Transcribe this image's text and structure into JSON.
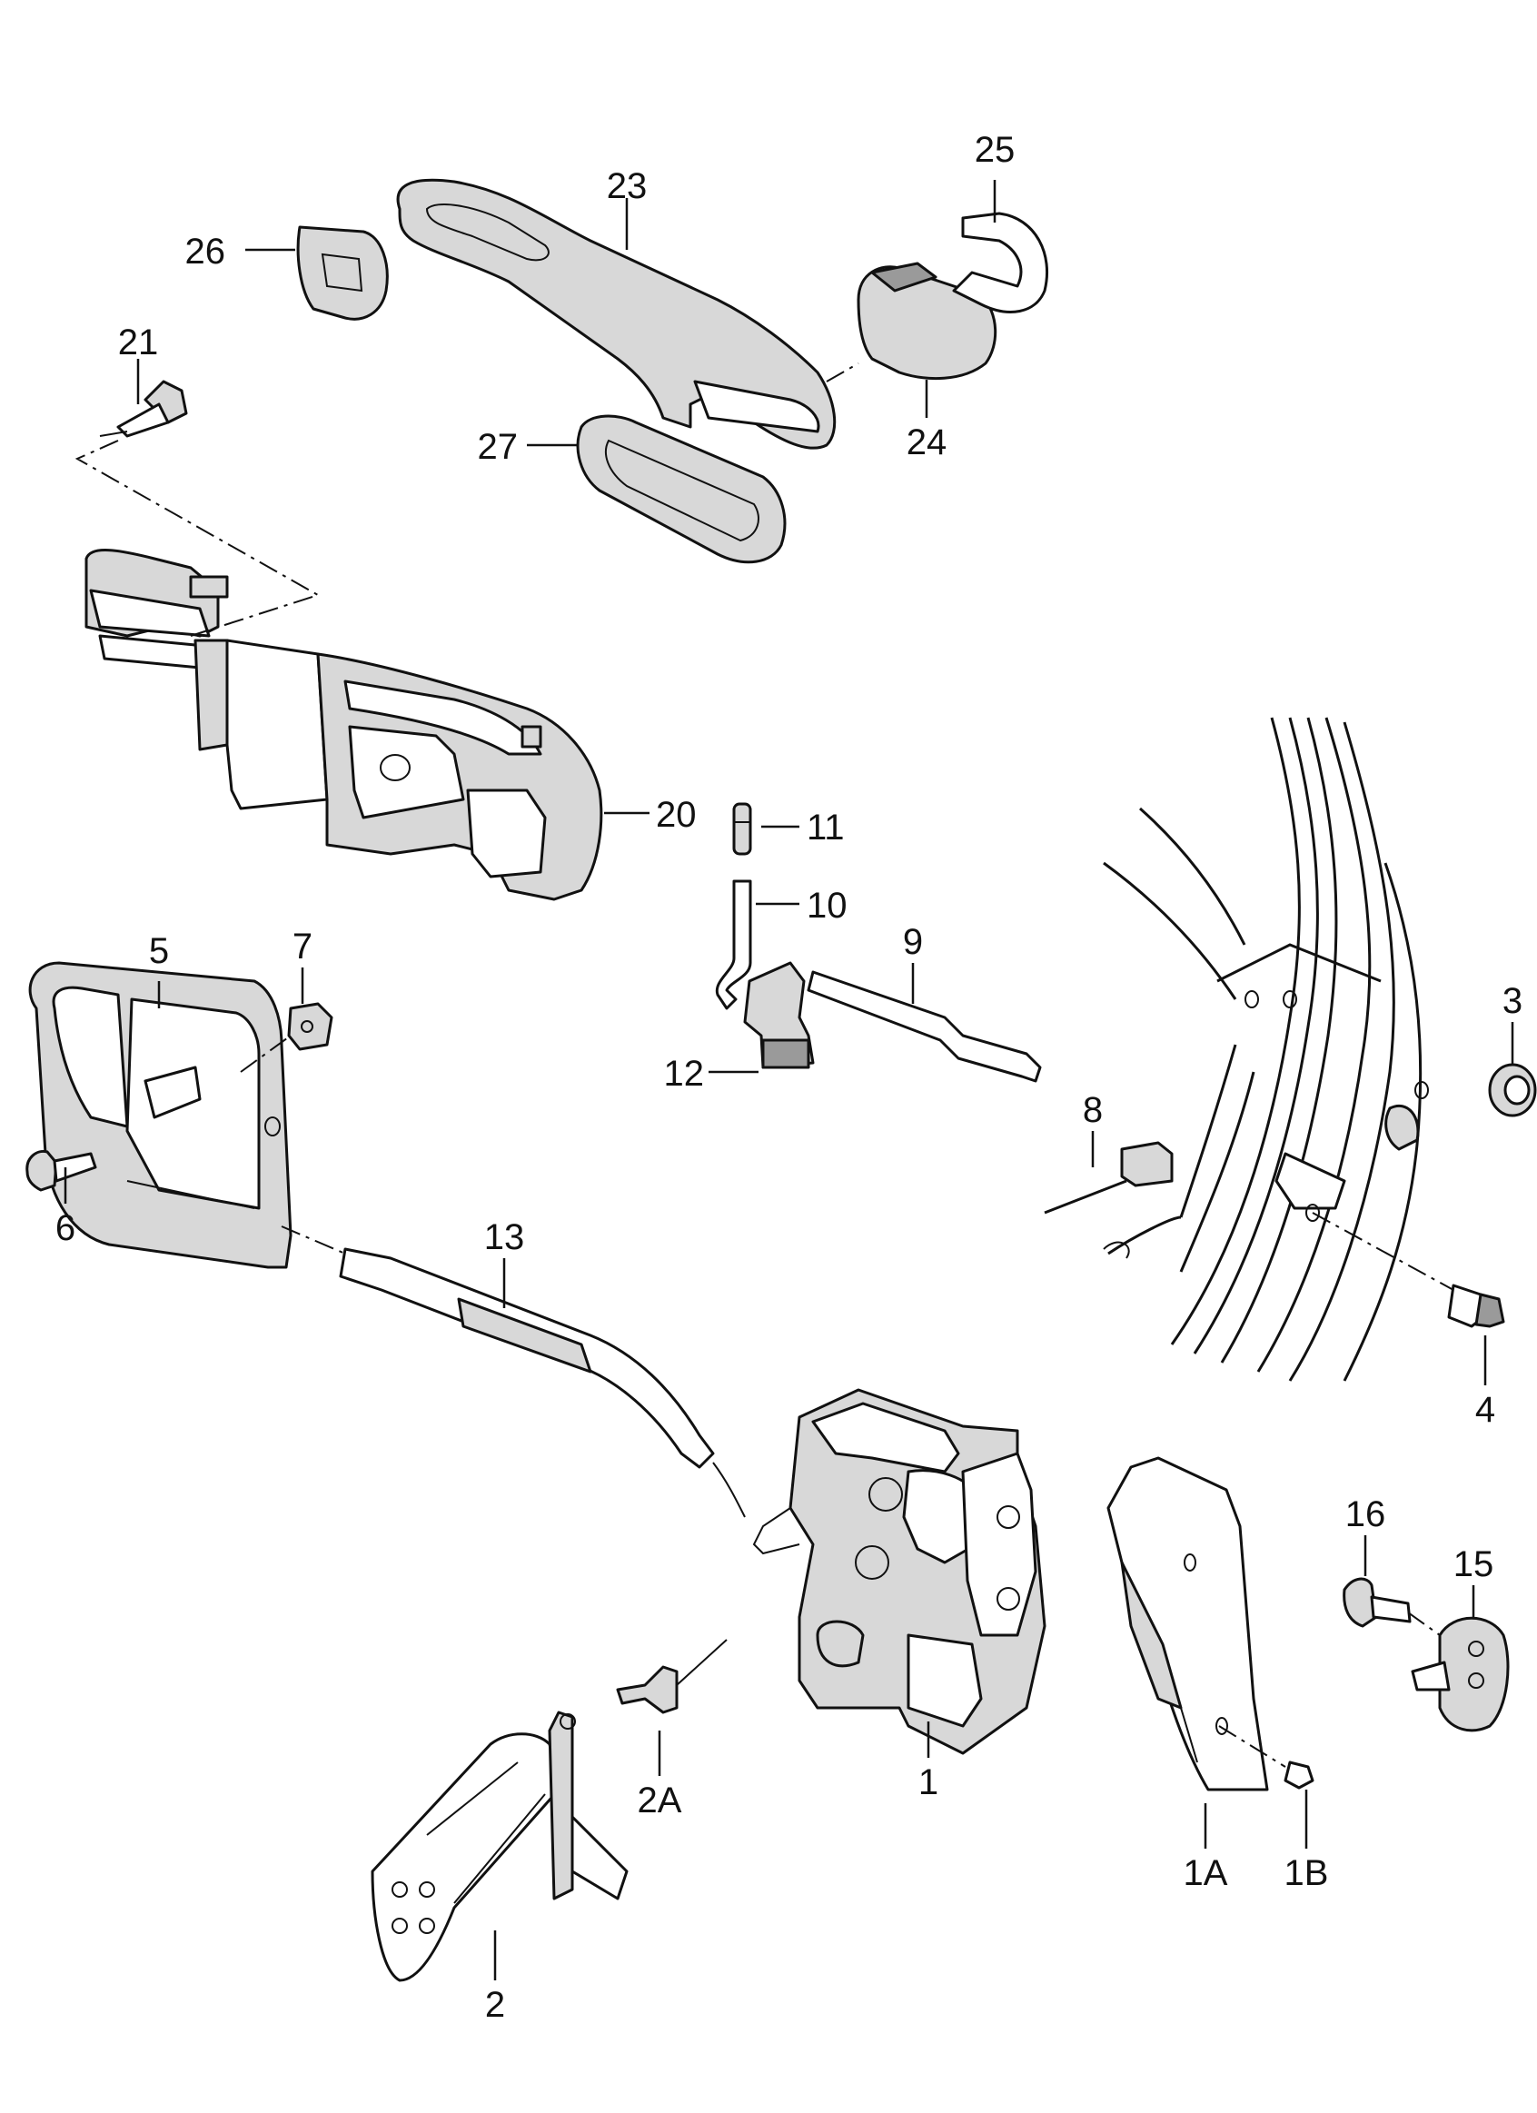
{
  "callouts": [
    {
      "id": "1",
      "label": "1"
    },
    {
      "id": "1A",
      "label": "1A"
    },
    {
      "id": "1B",
      "label": "1B"
    },
    {
      "id": "2",
      "label": "2"
    },
    {
      "id": "2A",
      "label": "2A"
    },
    {
      "id": "3",
      "label": "3"
    },
    {
      "id": "4",
      "label": "4"
    },
    {
      "id": "5",
      "label": "5"
    },
    {
      "id": "6",
      "label": "6"
    },
    {
      "id": "7",
      "label": "7"
    },
    {
      "id": "8",
      "label": "8"
    },
    {
      "id": "9",
      "label": "9"
    },
    {
      "id": "10",
      "label": "10"
    },
    {
      "id": "11",
      "label": "11"
    },
    {
      "id": "12",
      "label": "12"
    },
    {
      "id": "13",
      "label": "13"
    },
    {
      "id": "15",
      "label": "15"
    },
    {
      "id": "16",
      "label": "16"
    },
    {
      "id": "20",
      "label": "20"
    },
    {
      "id": "21",
      "label": "21"
    },
    {
      "id": "23",
      "label": "23"
    },
    {
      "id": "24",
      "label": "24"
    },
    {
      "id": "25",
      "label": "25"
    },
    {
      "id": "26",
      "label": "26"
    },
    {
      "id": "27",
      "label": "27"
    }
  ]
}
